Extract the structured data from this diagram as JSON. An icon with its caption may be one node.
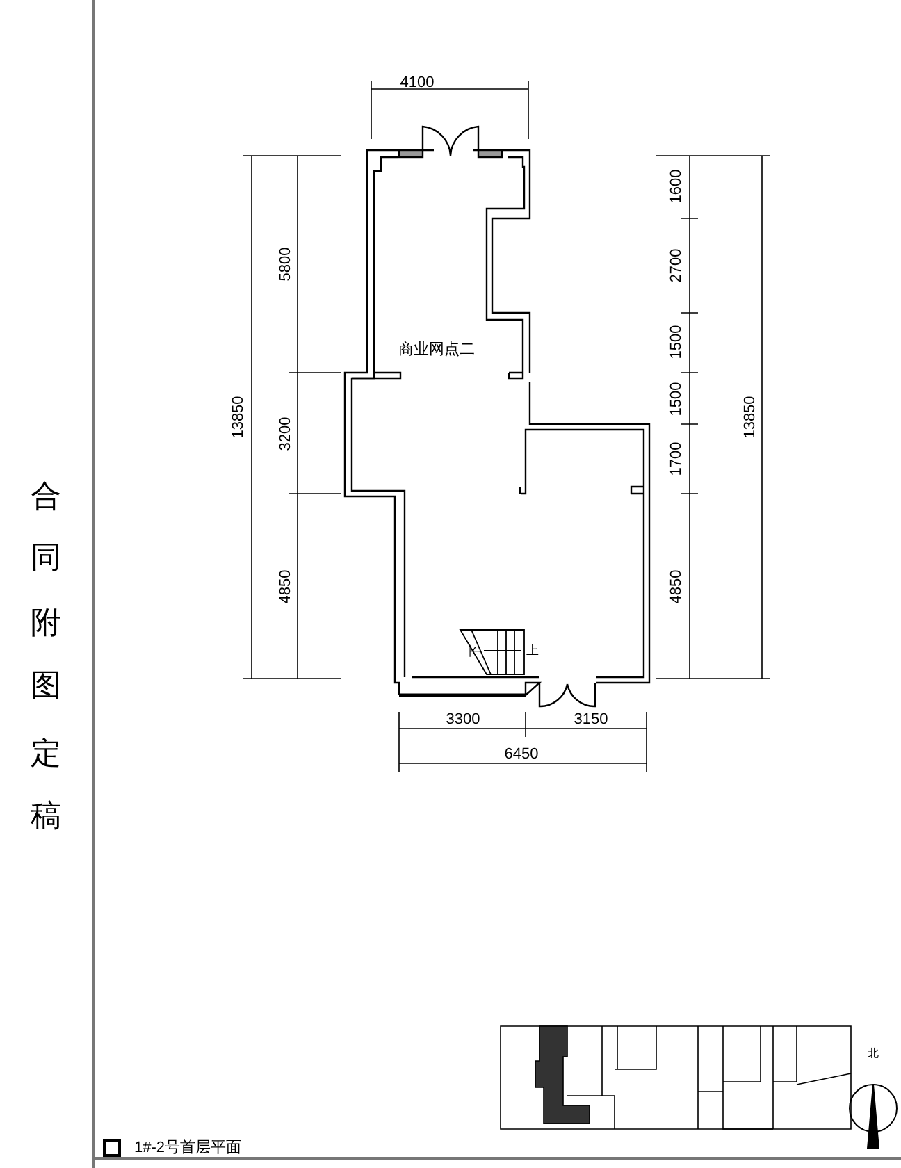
{
  "diagram": {
    "labels": [
      "合同附图定稿",
      "4100",
      "1600",
      "5800",
      "2700",
      "商业网点二",
      "1500",
      "13850",
      "3200",
      "1500",
      "13850",
      "1700",
      "4850",
      "4850",
      "下",
      "上",
      "3300",
      "3150",
      "6450",
      "北",
      "1#-2号首层平面"
    ]
  }
}
